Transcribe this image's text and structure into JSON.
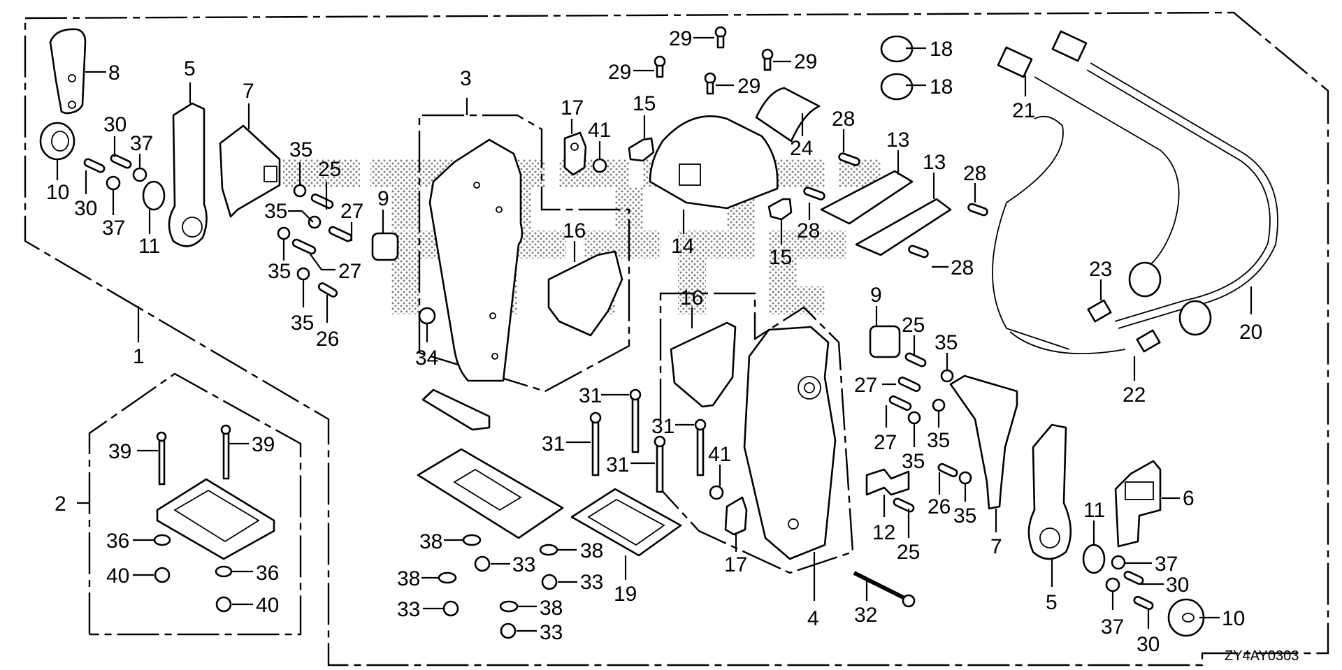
{
  "diagram": {
    "title": "Remote control box parts diagram",
    "drawing_code": "ZY4AY0303",
    "watermark": "dotted background lettering",
    "assemblies": [
      {
        "ref": "1",
        "label": "1"
      },
      {
        "ref": "2",
        "label": "2"
      },
      {
        "ref": "3",
        "label": "3"
      },
      {
        "ref": "4",
        "label": "4"
      }
    ],
    "callouts": [
      {
        "id": "c8",
        "label": "8"
      },
      {
        "id": "c5a",
        "label": "5"
      },
      {
        "id": "c7a",
        "label": "7"
      },
      {
        "id": "c10a",
        "label": "10"
      },
      {
        "id": "c30a",
        "label": "30"
      },
      {
        "id": "c30b",
        "label": "30"
      },
      {
        "id": "c37a",
        "label": "37"
      },
      {
        "id": "c37b",
        "label": "37"
      },
      {
        "id": "c11a",
        "label": "11"
      },
      {
        "id": "c35a",
        "label": "35"
      },
      {
        "id": "c25a",
        "label": "25"
      },
      {
        "id": "c35b",
        "label": "35"
      },
      {
        "id": "c27a",
        "label": "27"
      },
      {
        "id": "c35c",
        "label": "35"
      },
      {
        "id": "c27b",
        "label": "27"
      },
      {
        "id": "c35d",
        "label": "35"
      },
      {
        "id": "c26a",
        "label": "26"
      },
      {
        "id": "c9a",
        "label": "9"
      },
      {
        "id": "c34",
        "label": "34"
      },
      {
        "id": "c16a",
        "label": "16"
      },
      {
        "id": "c17a",
        "label": "17"
      },
      {
        "id": "c41a",
        "label": "41"
      },
      {
        "id": "c15a",
        "label": "15"
      },
      {
        "id": "c29a",
        "label": "29"
      },
      {
        "id": "c29b",
        "label": "29"
      },
      {
        "id": "c29c",
        "label": "29"
      },
      {
        "id": "c29d",
        "label": "29"
      },
      {
        "id": "c24",
        "label": "24"
      },
      {
        "id": "c14",
        "label": "14"
      },
      {
        "id": "c15b",
        "label": "15"
      },
      {
        "id": "c28a",
        "label": "28"
      },
      {
        "id": "c28b",
        "label": "28"
      },
      {
        "id": "c28c",
        "label": "28"
      },
      {
        "id": "c28d",
        "label": "28"
      },
      {
        "id": "c13a",
        "label": "13"
      },
      {
        "id": "c13b",
        "label": "13"
      },
      {
        "id": "c18a",
        "label": "18"
      },
      {
        "id": "c18b",
        "label": "18"
      },
      {
        "id": "c21",
        "label": "21"
      },
      {
        "id": "c23",
        "label": "23"
      },
      {
        "id": "c20",
        "label": "20"
      },
      {
        "id": "c22",
        "label": "22"
      },
      {
        "id": "c16b",
        "label": "16"
      },
      {
        "id": "c9b",
        "label": "9"
      },
      {
        "id": "c25b",
        "label": "25"
      },
      {
        "id": "c35e",
        "label": "35"
      },
      {
        "id": "c27c",
        "label": "27"
      },
      {
        "id": "c27d",
        "label": "27"
      },
      {
        "id": "c35f",
        "label": "35"
      },
      {
        "id": "c35g",
        "label": "35"
      },
      {
        "id": "c26b",
        "label": "26"
      },
      {
        "id": "c35h",
        "label": "35"
      },
      {
        "id": "c7b",
        "label": "7"
      },
      {
        "id": "c12",
        "label": "12"
      },
      {
        "id": "c25c",
        "label": "25"
      },
      {
        "id": "c32",
        "label": "32"
      },
      {
        "id": "c31a",
        "label": "31"
      },
      {
        "id": "c31b",
        "label": "31"
      },
      {
        "id": "c31c",
        "label": "31"
      },
      {
        "id": "c31d",
        "label": "31"
      },
      {
        "id": "c41b",
        "label": "41"
      },
      {
        "id": "c17b",
        "label": "17"
      },
      {
        "id": "c19",
        "label": "19"
      },
      {
        "id": "c38a",
        "label": "38"
      },
      {
        "id": "c38b",
        "label": "38"
      },
      {
        "id": "c38c",
        "label": "38"
      },
      {
        "id": "c38d",
        "label": "38"
      },
      {
        "id": "c33a",
        "label": "33"
      },
      {
        "id": "c33b",
        "label": "33"
      },
      {
        "id": "c33c",
        "label": "33"
      },
      {
        "id": "c33d",
        "label": "33"
      },
      {
        "id": "c39a",
        "label": "39"
      },
      {
        "id": "c39b",
        "label": "39"
      },
      {
        "id": "c36a",
        "label": "36"
      },
      {
        "id": "c36b",
        "label": "36"
      },
      {
        "id": "c40a",
        "label": "40"
      },
      {
        "id": "c40b",
        "label": "40"
      },
      {
        "id": "c6",
        "label": "6"
      },
      {
        "id": "c11b",
        "label": "11"
      },
      {
        "id": "c37c",
        "label": "37"
      },
      {
        "id": "c37d",
        "label": "37"
      },
      {
        "id": "c30c",
        "label": "30"
      },
      {
        "id": "c30d",
        "label": "30"
      },
      {
        "id": "c10b",
        "label": "10"
      },
      {
        "id": "c5b",
        "label": "5"
      },
      {
        "id": "c4",
        "label": "4"
      },
      {
        "id": "c1",
        "label": "1"
      },
      {
        "id": "c2",
        "label": "2"
      },
      {
        "id": "c3",
        "label": "3"
      }
    ]
  }
}
